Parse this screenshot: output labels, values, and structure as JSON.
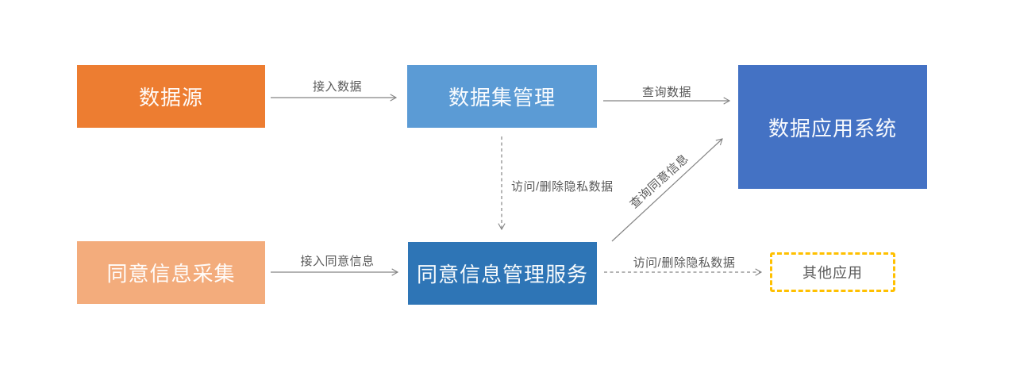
{
  "canvas": {
    "background": "#ffffff"
  },
  "nodes": {
    "data_source": {
      "label": "数据源",
      "fill": "#ED7D31",
      "text_color": "#ffffff"
    },
    "dataset_management": {
      "label": "数据集管理",
      "fill": "#5B9BD5",
      "text_color": "#ffffff"
    },
    "data_application_system": {
      "label": "数据应用系统",
      "fill": "#4472C4",
      "text_color": "#ffffff"
    },
    "consent_collection": {
      "label": "同意信息采集",
      "fill": "#F3AC7C",
      "text_color": "#ffffff"
    },
    "consent_management_service": {
      "label": "同意信息管理服务",
      "fill": "#2E75B6",
      "text_color": "#ffffff"
    },
    "other_applications": {
      "label": "其他应用",
      "fill": "#ffffff",
      "border_color": "#FFC000",
      "text_color": "#595959"
    }
  },
  "edges": {
    "access_data": {
      "label": "接入数据",
      "style": "solid",
      "from": "data_source",
      "to": "dataset_management"
    },
    "query_data": {
      "label": "查询数据",
      "style": "solid",
      "from": "dataset_management",
      "to": "data_application_system"
    },
    "access_delete_private_data_down": {
      "label": "访问/删除隐私数据",
      "style": "dashed",
      "from": "dataset_management",
      "to": "consent_management_service"
    },
    "access_consent_info": {
      "label": "接入同意信息",
      "style": "solid",
      "from": "consent_collection",
      "to": "consent_management_service"
    },
    "query_consent_info": {
      "label": "查询同意信息",
      "style": "solid",
      "from": "consent_management_service",
      "to": "data_application_system"
    },
    "access_delete_private_data_right": {
      "label": "访问/删除隐私数据",
      "style": "dashed",
      "from": "consent_management_service",
      "to": "other_applications"
    }
  },
  "colors": {
    "arrow": "#848484",
    "edge_label": "#595959",
    "other_apps_border": "#FFC000"
  }
}
